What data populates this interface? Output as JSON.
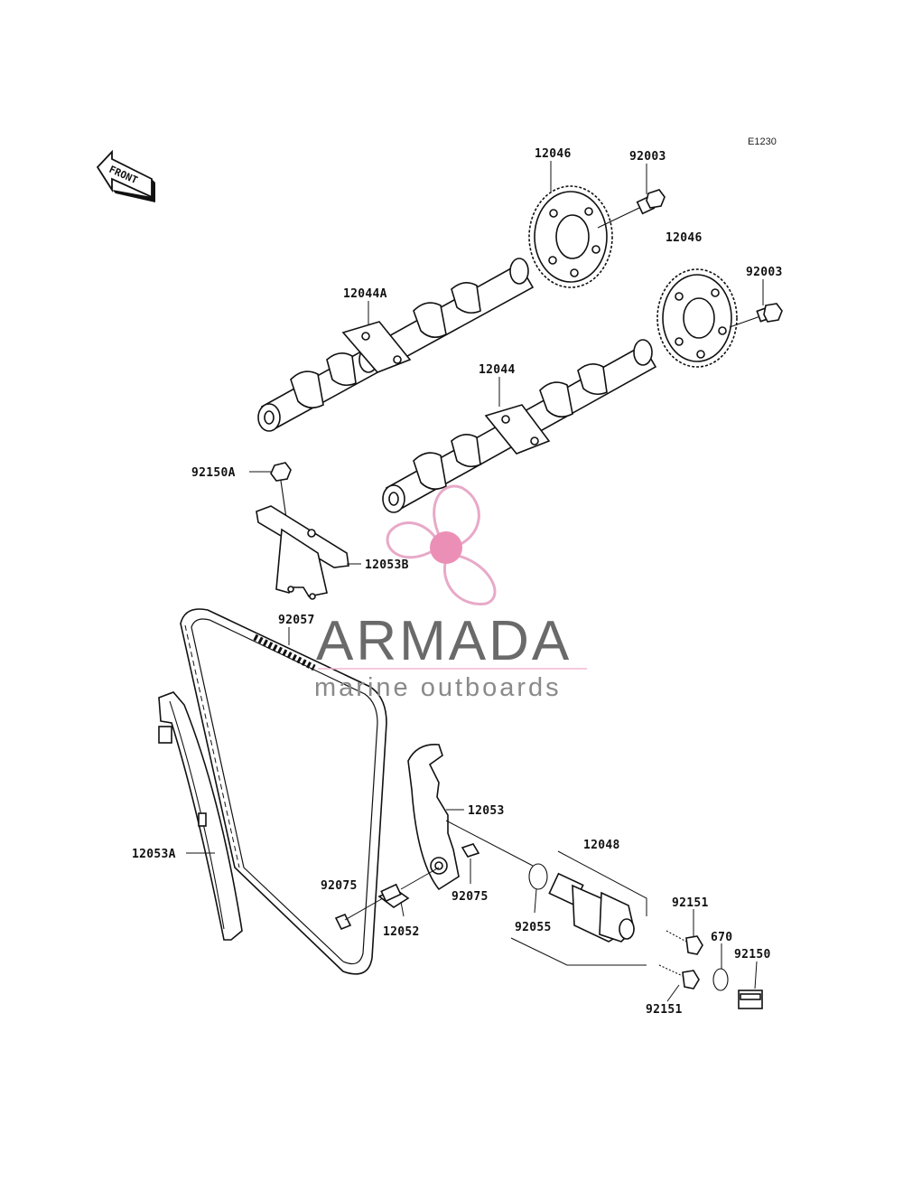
{
  "diagram_code": "E1230",
  "front_arrow_label": "FRONT",
  "callouts": {
    "sprocket_top": "12046",
    "bolt_top": "92003",
    "sprocket_right": "12046",
    "bolt_right": "92003",
    "camshaft_exhaust": "12044A",
    "camshaft_intake": "12044",
    "bolt_guide": "92150A",
    "guide_upper": "12053B",
    "chain": "92057",
    "guide_front": "12053A",
    "guide_rear": "12053",
    "tensioner": "12048",
    "damper_left": "92075",
    "damper_right": "92075",
    "spacer": "12052",
    "oring_tensioner": "92055",
    "bolt_tensioner_top": "92151",
    "bolt_tensioner_bottom": "92151",
    "washer": "670",
    "plug_bolt": "92150"
  },
  "watermark": {
    "brand": "ARMADA",
    "tagline": "marine outboards",
    "logo_color": "#e8a9c8",
    "logo_hub_color": "#ec8fb7",
    "line_color": "#f2b8d2"
  }
}
